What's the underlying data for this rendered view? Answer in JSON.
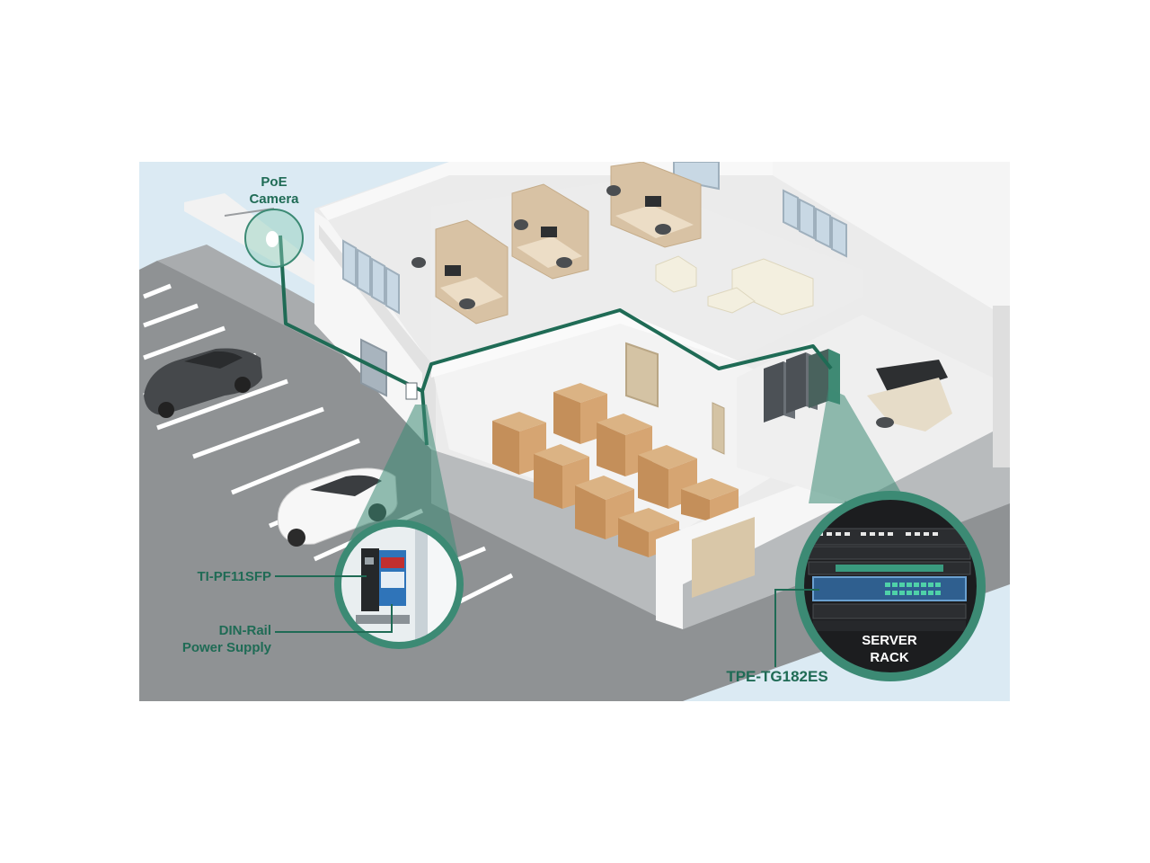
{
  "labels": {
    "poe_camera_line1": "PoE",
    "poe_camera_line2": "Camera",
    "ti_pf11sfp": "TI-PF11SFP",
    "din_rail_line1": "DIN-Rail",
    "din_rail_line2": "Power Supply",
    "tpe_tg182es": "TPE-TG182ES",
    "server_rack_line1": "SERVER",
    "server_rack_line2": "RACK"
  },
  "colors": {
    "sky": "#dbeaf3",
    "asphalt": "#8f9294",
    "wall": "#f4f4f4",
    "floor": "#ebebeb",
    "network_line": "#1f6b55",
    "callout_ring": "#3c8a74",
    "box": "#c99a68",
    "cubicle": "#d8c2a4"
  }
}
